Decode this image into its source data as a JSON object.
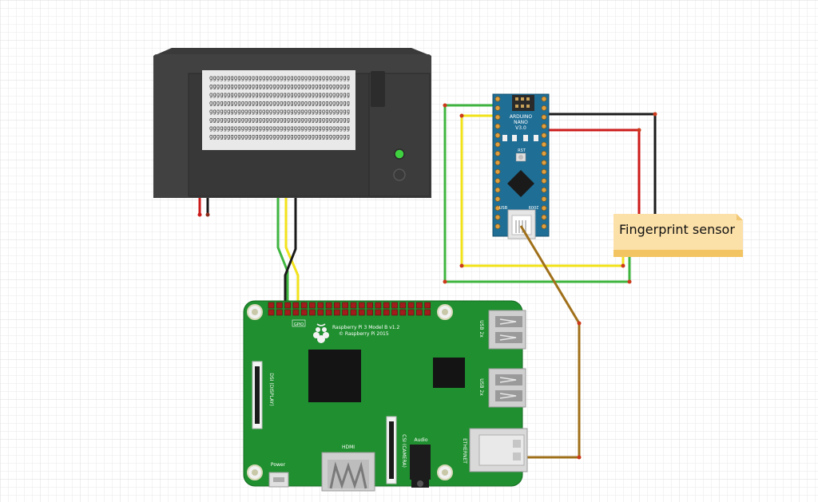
{
  "diagram": {
    "sensor_label": "Fingerprint sensor",
    "printer": {
      "paper_rows": [
        "gggggggggggggggggggggggggggggggggggggggg",
        "gggggggggggggggggggggggggggggggggggggggg",
        "gggggggggggggggggggggggggggggggggggggggg",
        "gggggggggggggggggggggggggggggggggggggggg",
        "gggggggggggggggggggggggggggggggggggggggg",
        "gggggggggggggggggggggggggggggggggggggggg",
        "gggggggggggggggggggggggggggggggggggggggg",
        "gggggggggggggggggggggggggggggggggggggggg"
      ],
      "led_color": "#3fd13f"
    },
    "arduino": {
      "name": "ARDUINO",
      "model": "NANO",
      "version": "V3.0",
      "usb": "USB",
      "reset": "RST",
      "year": "2009",
      "board_color": "#1f6e96"
    },
    "raspberry_pi": {
      "model": "Raspberry Pi 3 Model B v1.2",
      "copyright": "© Raspberry Pi 2015",
      "gpio": "GPIO",
      "dsi": "DSI (DISPLAY)",
      "csi": "CSI (CAMERA)",
      "hdmi": "HDMI",
      "audio": "Audio",
      "power": "Power",
      "ethernet": "ETHERNET",
      "usb_1": "USB 2x",
      "usb_2": "USB 2x",
      "board_color": "#1f8f2f"
    },
    "wire_colors": {
      "green": "#3fb53f",
      "yellow": "#f2e21a",
      "black": "#1a1a1a",
      "red": "#cc1a1a",
      "brown": "#a0701a"
    }
  }
}
